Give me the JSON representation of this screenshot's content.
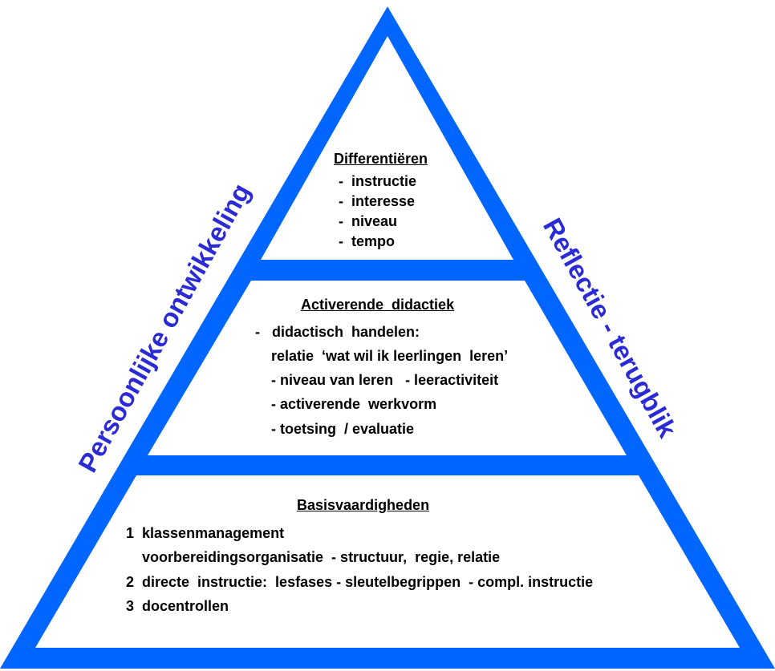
{
  "side_labels": {
    "left": "Persoonlijke ontwikkeling",
    "right": "Reflectie - terugblik"
  },
  "top": {
    "title": "Differentiëren",
    "items": [
      "-  instructie",
      "-  interesse",
      "-  niveau",
      "-  tempo"
    ]
  },
  "middle": {
    "title": "Activerende  didactiek",
    "lines": [
      "-   didactisch  handelen:",
      "    relatie  ‘wat wil ik leerlingen  leren’",
      "    - niveau van leren   - leeractiviteit",
      "    - activerende  werkvorm",
      "    - toetsing  / evaluatie"
    ]
  },
  "bottom": {
    "title": "Basisvaardigheden",
    "lines": [
      "1  klassenmanagement",
      "    voorbereidingsorganisatie  - structuur,  regie, relatie",
      "2  directe  instructie:  lesfases - sleutelbegrippen  - compl. instructie",
      "3  docentrollen"
    ]
  },
  "colors": {
    "frame": "#0066ff",
    "side_text": "#2b2bd6"
  }
}
